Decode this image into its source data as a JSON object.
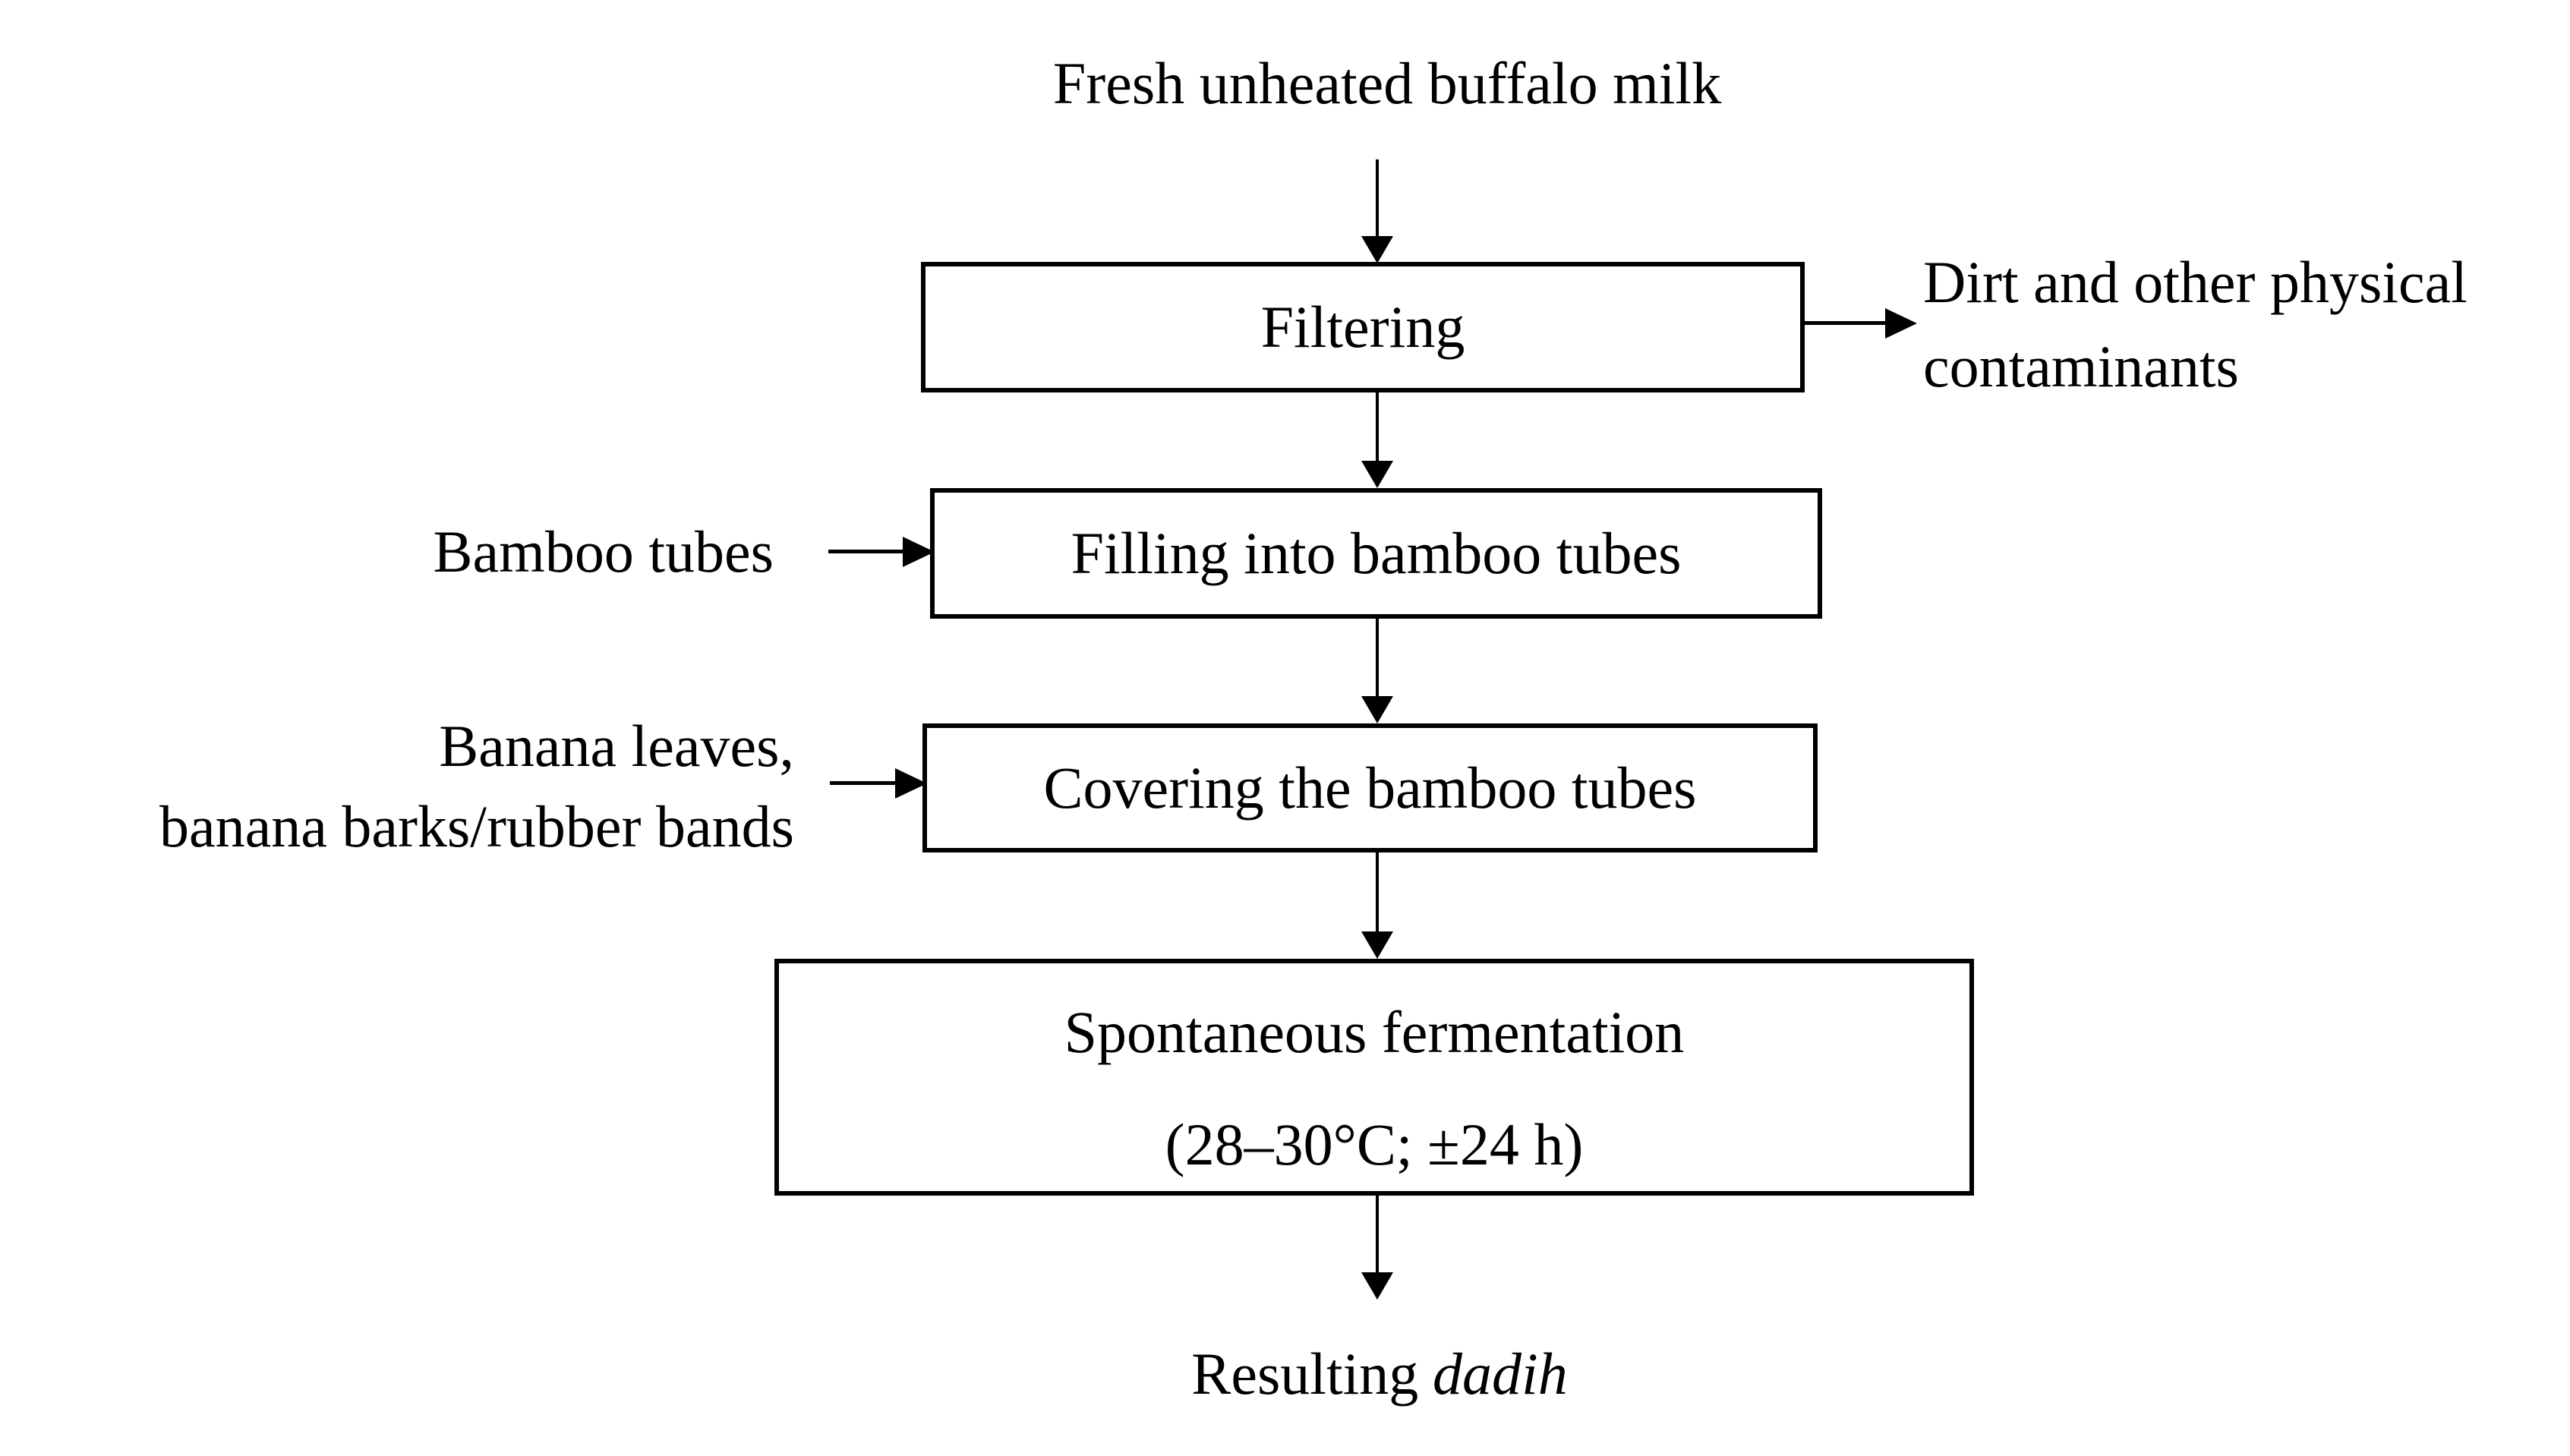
{
  "figure": {
    "background": "#ffffff",
    "ink": "#000000",
    "description": "Flow diagram of traditional dadih production from buffalo milk"
  },
  "nodes": {
    "source": "Fresh unheated buffalo milk",
    "filtering": "Filtering",
    "filling": "Filling into bamboo tubes",
    "covering": "Covering the bamboo tubes",
    "fermentation_line1": "Spontaneous fermentation",
    "fermentation_line2": "(28–30°C; ±24 h)",
    "result_prefix": "Resulting",
    "result_emphasis": "dadih"
  },
  "side_labels": {
    "byproduct_line1": "Dirt and other physical",
    "byproduct_line2": "contaminants",
    "input_bamboo": "Bamboo tubes",
    "input_banana_line1": "Banana leaves,",
    "input_banana_line2": "banana barks/rubber bands"
  }
}
